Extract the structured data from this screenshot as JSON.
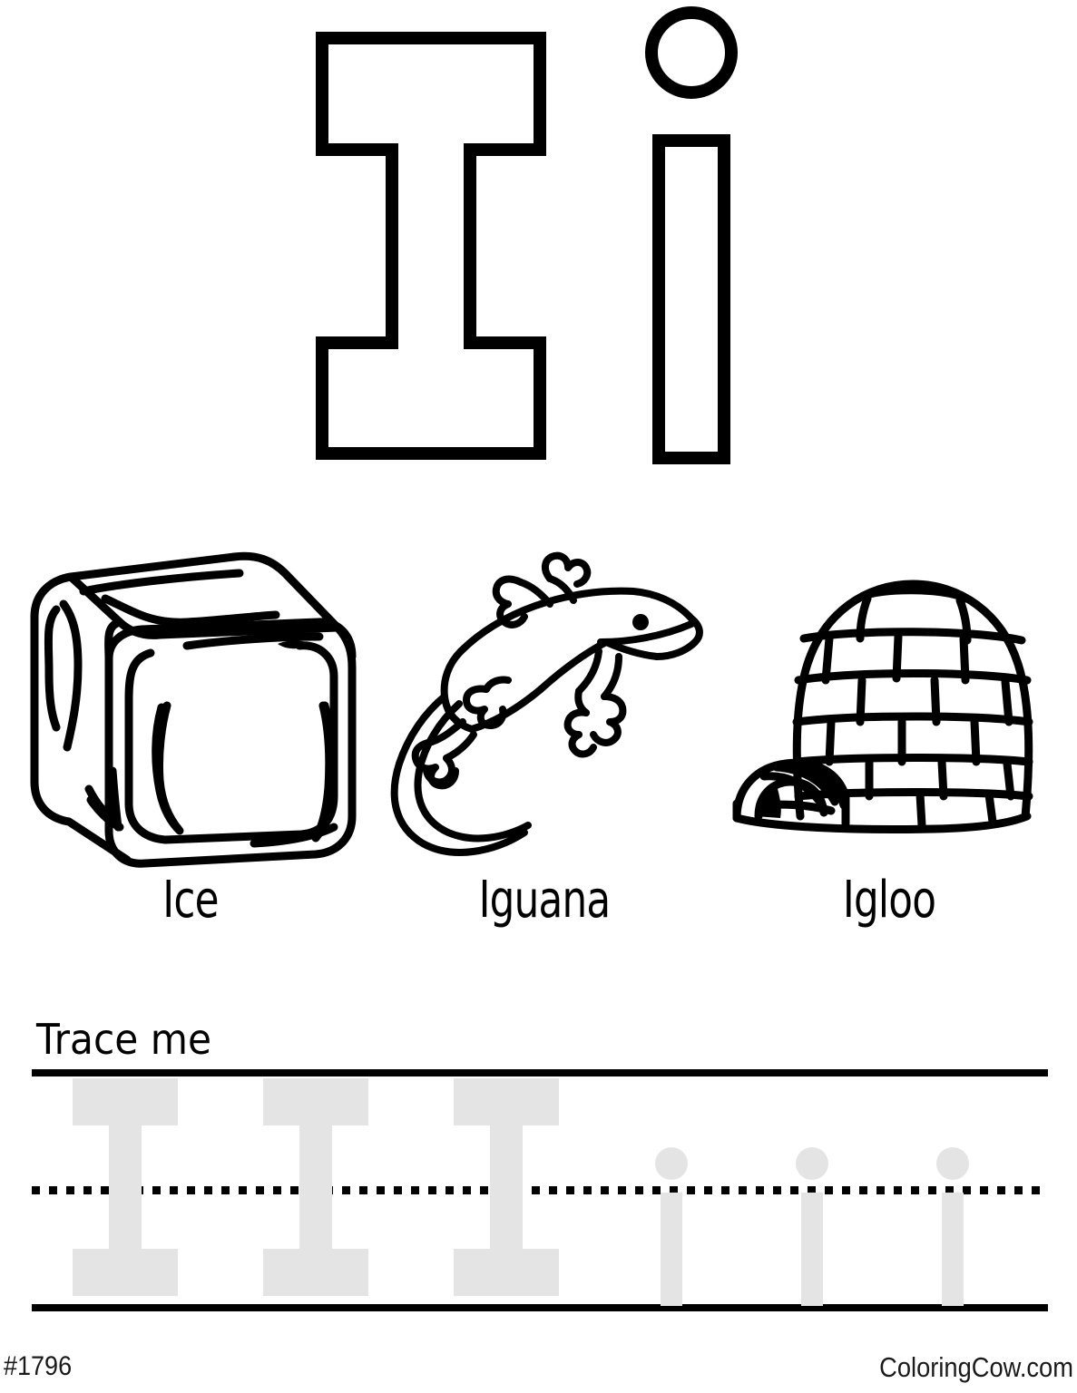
{
  "worksheet": {
    "letter_uppercase": "I",
    "letter_lowercase": "i",
    "uppercase_name": "uppercase-I-outline",
    "lowercase_name": "lowercase-i-outline"
  },
  "pictures": [
    {
      "label": "Ice",
      "icon": "ice-cube-illustration"
    },
    {
      "label": "Iguana",
      "icon": "iguana-illustration"
    },
    {
      "label": "Igloo",
      "icon": "igloo-illustration"
    }
  ],
  "trace": {
    "instruction": "Trace me",
    "uppercase_glyph": "I",
    "lowercase_glyph": "i",
    "uppercase_count": 3,
    "lowercase_count": 3,
    "guide_gray": "#E4E4E4",
    "rule_color": "#000000"
  },
  "footer": {
    "id": "#1796",
    "site": "ColoringCow.com"
  }
}
